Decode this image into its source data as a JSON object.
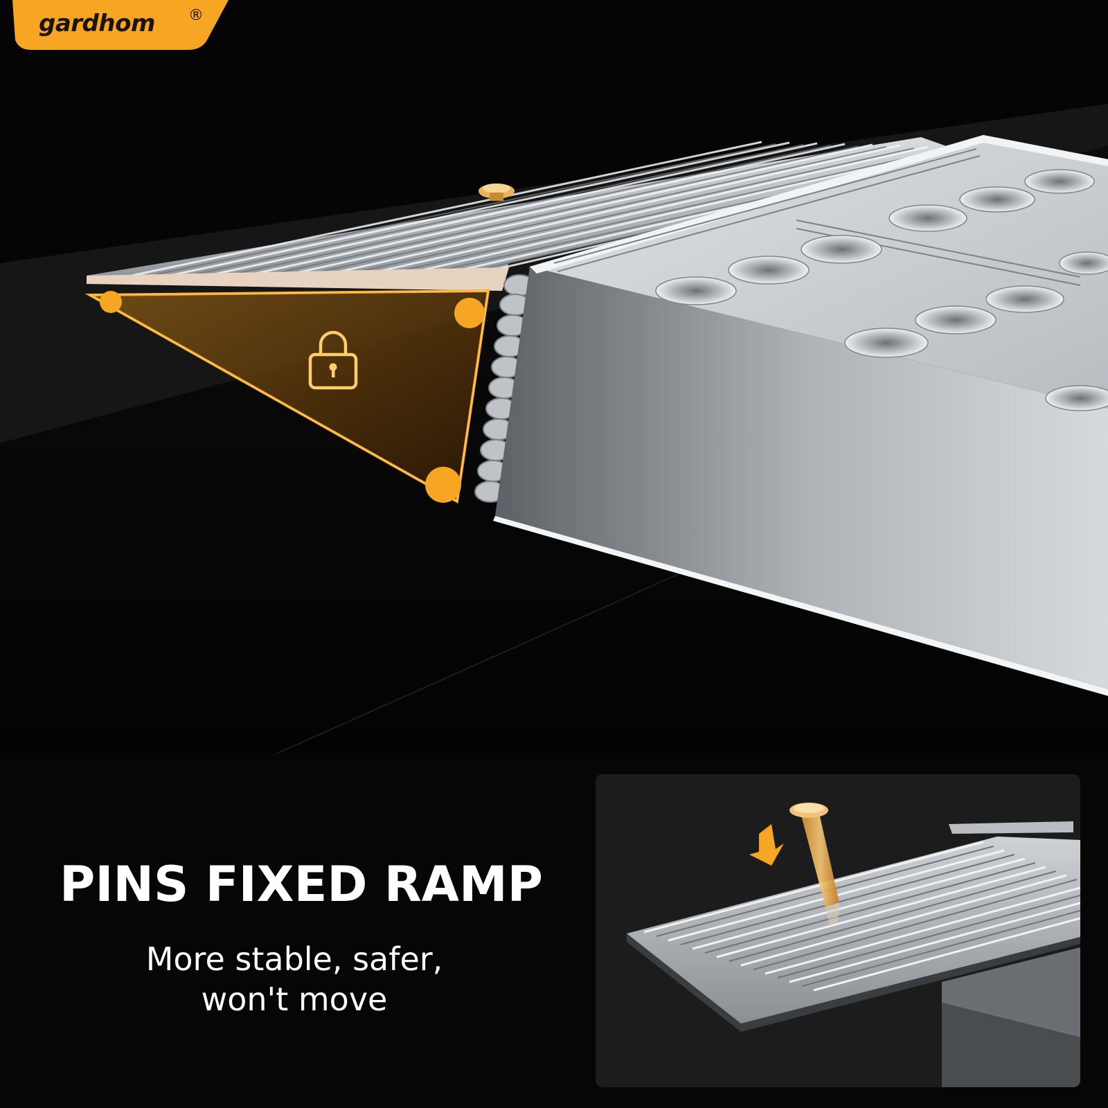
{
  "brand": {
    "name": "gardhom",
    "registered": "®",
    "accent_color": "#f6a623"
  },
  "feature": {
    "headline": "PINS FIXED RAMP",
    "subtext_line1": "More stable, safer,",
    "subtext_line2": "won't move"
  },
  "icons": {
    "lock": "lock-icon",
    "arrow": "arrow-down-icon",
    "pin": "pin"
  },
  "colors": {
    "background": "#050505",
    "highlight": "#f6a623",
    "metal": "#c9ccd0"
  }
}
